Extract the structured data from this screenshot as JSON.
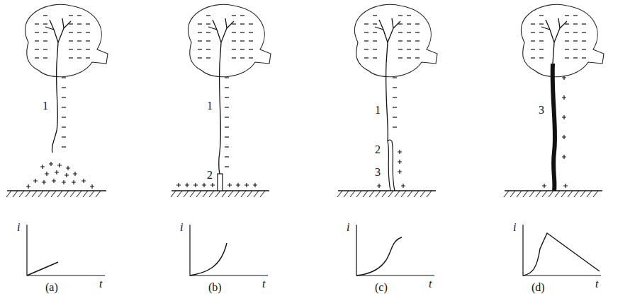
{
  "diagram": {
    "labels": [
      "1",
      "i",
      "t",
      "(a)",
      "1",
      "2",
      "i",
      "t",
      "(b)",
      "1",
      "2",
      "3",
      "i",
      "t",
      "(c)",
      "3",
      "i",
      "t",
      "(d)"
    ]
  }
}
